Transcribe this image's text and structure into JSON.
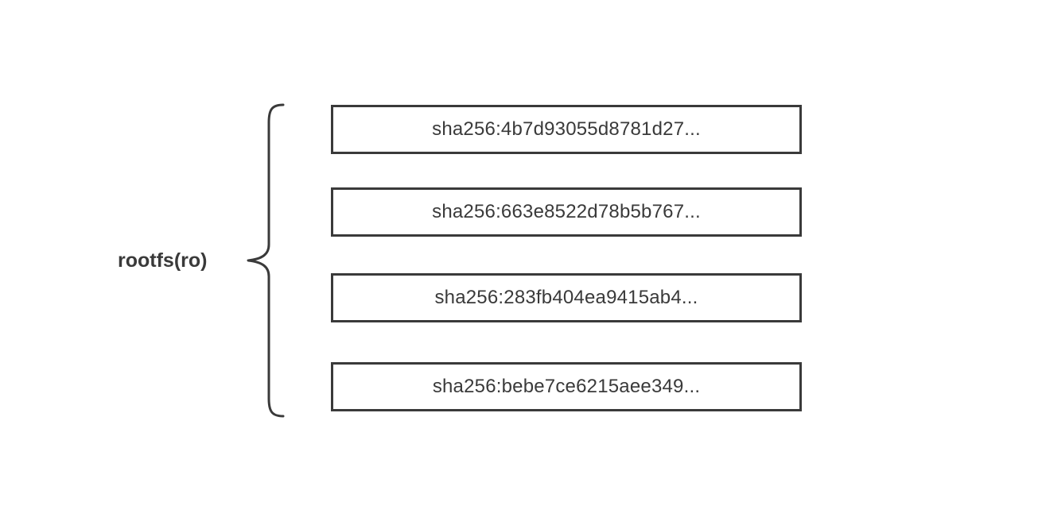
{
  "rootfs": {
    "label": "rootfs(ro)"
  },
  "layers": [
    {
      "digest": "sha256:4b7d93055d8781d27..."
    },
    {
      "digest": "sha256:663e8522d78b5b767..."
    },
    {
      "digest": "sha256:283fb404ea9415ab4..."
    },
    {
      "digest": "sha256:bebe7ce6215aee349..."
    }
  ],
  "colors": {
    "stroke": "#3a3a3a",
    "background": "#ffffff"
  }
}
